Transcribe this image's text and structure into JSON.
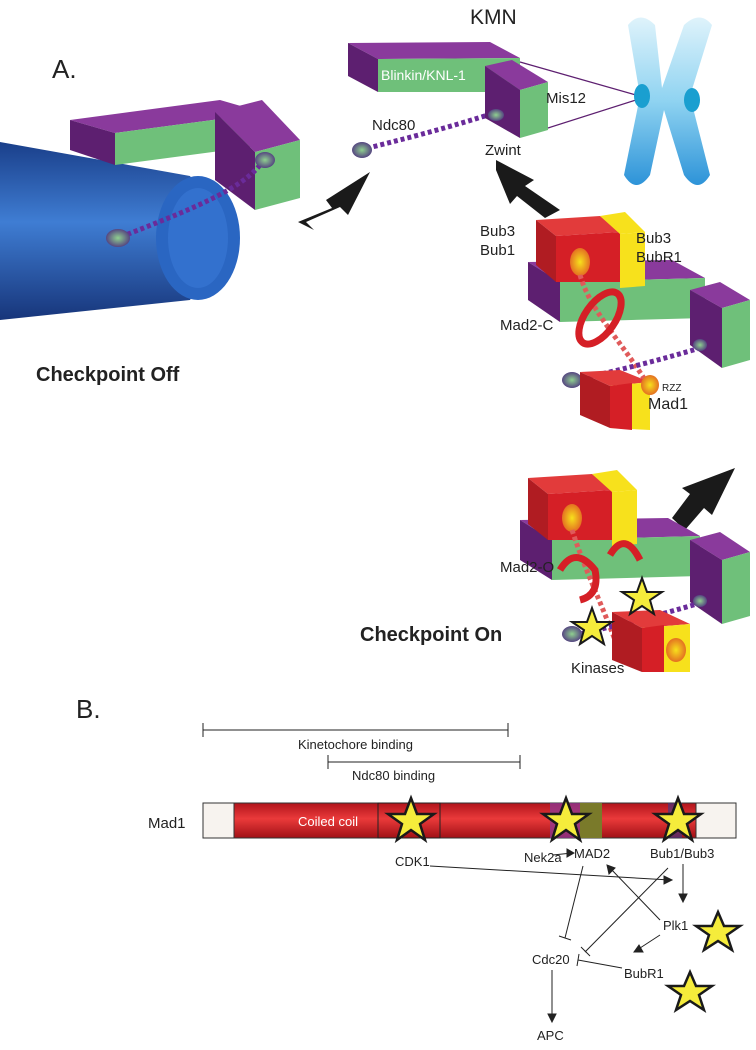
{
  "panel_a": {
    "letter": "A.",
    "kmn": "KMN",
    "blinkin": "Blinkin/KNL-1",
    "mis12": "Mis12",
    "ndc80": "Ndc80",
    "zwint": "Zwint",
    "bub3_left": "Bub3",
    "bub1": "Bub1",
    "bub3_right": "Bub3",
    "bubr1": "BubR1",
    "mad2c": "Mad2-C",
    "rzz": "RZZ",
    "mad1": "Mad1",
    "checkpoint_off": "Checkpoint Off",
    "mad2o": "Mad2-O",
    "checkpoint_on": "Checkpoint On",
    "kinases": "Kinases"
  },
  "panel_b": {
    "letter": "B.",
    "kinetochore_binding": "Kinetochore binding",
    "ndc80_binding": "Ndc80 binding",
    "mad1": "Mad1",
    "coiled_coil": "Coiled coil",
    "cdk1": "CDK1",
    "nek2a": "Nek2a",
    "mad2": "MAD2",
    "bub1_bub3": "Bub1/Bub3",
    "plk1": "Plk1",
    "cdc20": "Cdc20",
    "bubr1": "BubR1",
    "apc": "APC"
  },
  "colors": {
    "purple": "#7a2a8c",
    "green": "#6fc07a",
    "red": "#d51f26",
    "yellow": "#f7e11c",
    "microtubule_blue": "#1f56a8",
    "chromosome_blue": "#6ec6ee",
    "olive": "#7a7a2a",
    "star_yellow": "#f5ec3b"
  },
  "icons": [
    "microtubule-icon",
    "chromosome-icon",
    "double-arrow-icon",
    "star-icon",
    "kinetochore-complex-icon"
  ]
}
